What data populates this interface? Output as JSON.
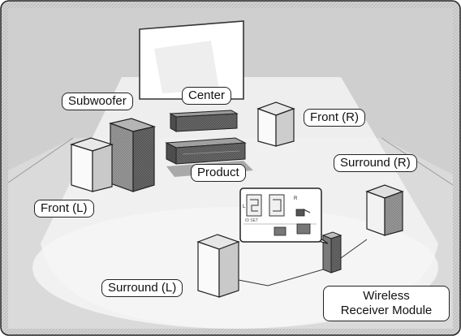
{
  "diagram": {
    "labels": {
      "subwoofer": "Subwoofer",
      "center": "Center",
      "front_r": "Front (R)",
      "product": "Product",
      "surround_r": "Surround (R)",
      "front_l": "Front (L)",
      "surround_l": "Surround (L)",
      "wireless_line1": "Wireless",
      "wireless_line2": "Receiver Module"
    },
    "inset": {
      "left_mark": "L",
      "right_mark": "R",
      "id_text": "ID SET"
    },
    "colors": {
      "outline": "#222222",
      "floor": "#d9d9d9",
      "wall": "#c8c8c8",
      "speaker_light": "#f4f4f4",
      "speaker_dark": "#5c5c5c",
      "spotlight": "#f2f2f2"
    }
  }
}
